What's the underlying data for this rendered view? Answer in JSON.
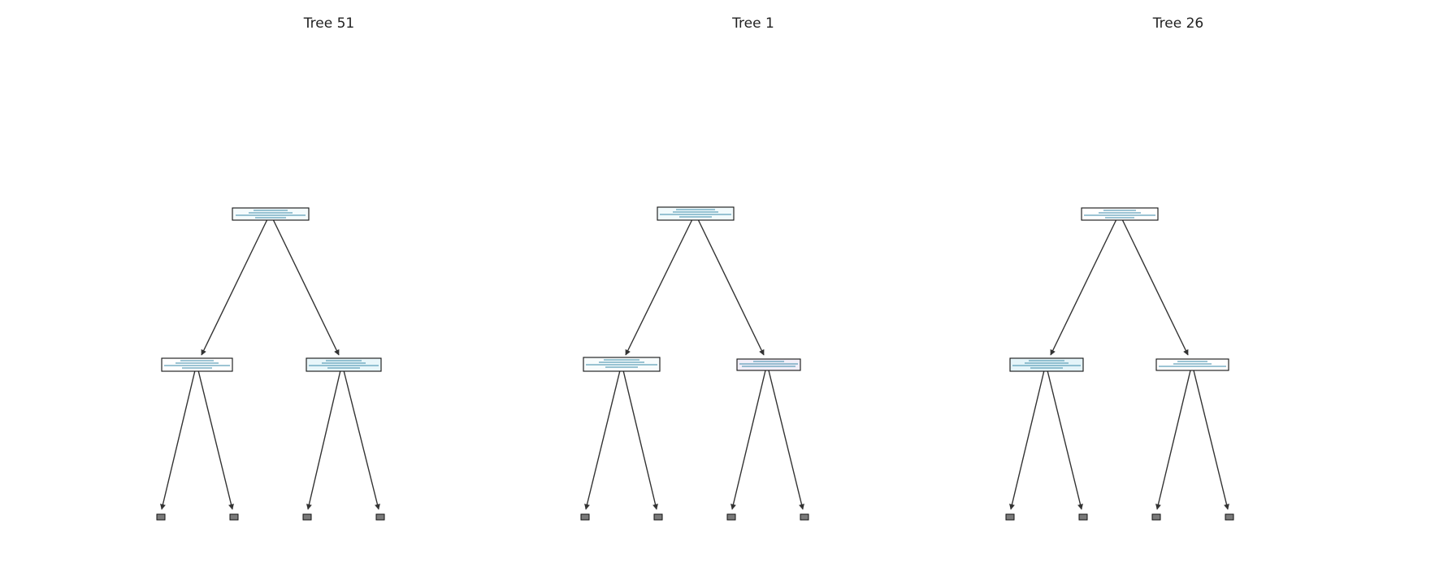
{
  "trees": [
    {
      "title": "Tree 51",
      "node_fills": {
        "root": "#f4fbfd",
        "left": "#ffffff",
        "right": "#e8f6fa"
      },
      "leaf_color": "#7a7a7a"
    },
    {
      "title": "Tree 1",
      "node_fills": {
        "root": "#f1fafc",
        "left": "#f7fcfd",
        "right": "#f1eef8"
      },
      "leaf_color": "#7a7a7a"
    },
    {
      "title": "Tree 26",
      "node_fills": {
        "root": "#ffffff",
        "left": "#e4f4f9",
        "right": "#ffffff"
      },
      "leaf_color": "#7a7a7a"
    }
  ],
  "colors": {
    "edge": "#333333",
    "text_line": "#3a8aa8"
  }
}
